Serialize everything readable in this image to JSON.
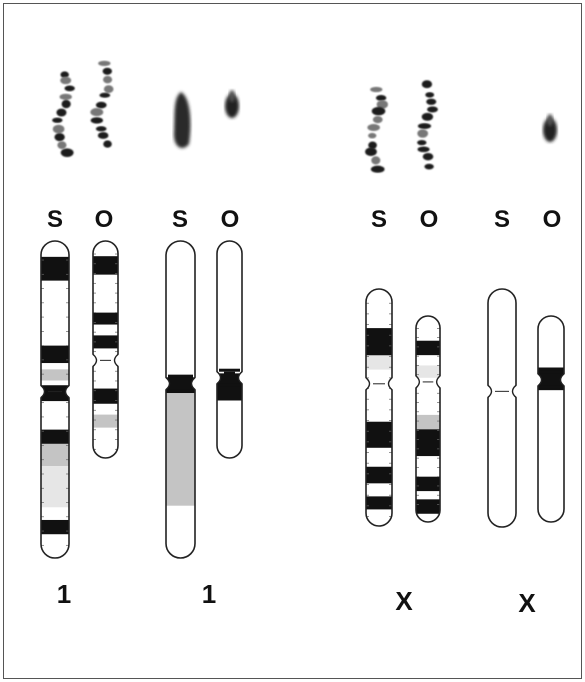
{
  "figure": {
    "column_labels": [
      "S",
      "O",
      "S",
      "O",
      "S",
      "O",
      "S",
      "O"
    ],
    "pair_labels": [
      "1",
      "1",
      "X",
      "X"
    ]
  },
  "colors": {
    "band_dark": "#111111",
    "band_grey": "#c4c4c4",
    "band_light": "#e6e6e6",
    "outline": "#222222",
    "chromosome_fill": "#ffffff"
  },
  "chromosomes": [
    {
      "pair": "1",
      "species": "S",
      "stain": "banded",
      "ticks": true,
      "centromere_dark": false,
      "bands": [
        [
          "d",
          5.0,
          12.5
        ],
        [
          "d",
          33.0,
          38.5
        ],
        [
          "g",
          40.5,
          44.0
        ],
        [
          "d",
          45.5,
          50.5
        ],
        [
          "d",
          59.5,
          64.0
        ],
        [
          "g",
          64.0,
          71.0
        ],
        [
          "l",
          71.0,
          84.0
        ],
        [
          "d",
          88.0,
          92.5
        ]
      ],
      "centromere": 0.475
    },
    {
      "pair": "1",
      "species": "O",
      "stain": "banded",
      "ticks": true,
      "centromere_dark": false,
      "bands": [
        [
          "d",
          7.0,
          15.5
        ],
        [
          "d",
          33.0,
          38.5
        ],
        [
          "d",
          43.5,
          49.5
        ],
        [
          "d",
          68.0,
          75.0
        ],
        [
          "g",
          80.0,
          86.0
        ]
      ],
      "centromere": 0.55
    },
    {
      "pair": "1",
      "species": "S",
      "stain": "C-band",
      "ticks": false,
      "centromere_dark": true,
      "bands": [
        [
          "d",
          43.0,
          48.0
        ],
        [
          "g",
          48.0,
          83.5
        ]
      ],
      "centromere": 0.45
    },
    {
      "pair": "1",
      "species": "O",
      "stain": "C-band",
      "ticks": false,
      "centromere_dark": true,
      "bands": [
        [
          "d",
          61.0,
          73.5
        ]
      ],
      "centromere": 0.63
    },
    {
      "pair": "X",
      "species": "S",
      "stain": "banded",
      "ticks": true,
      "centromere_dark": false,
      "bands": [
        [
          "d",
          16.5,
          28.0
        ],
        [
          "l",
          28.0,
          34.0
        ],
        [
          "d",
          56.0,
          67.0
        ],
        [
          "d",
          75.0,
          82.0
        ],
        [
          "d",
          87.5,
          93.0
        ]
      ],
      "centromere": 0.4
    },
    {
      "pair": "X",
      "species": "O",
      "stain": "banded",
      "ticks": true,
      "centromere_dark": false,
      "bands": [
        [
          "d",
          12.0,
          19.0
        ],
        [
          "l",
          24.0,
          30.0
        ],
        [
          "g",
          48.0,
          55.0
        ],
        [
          "d",
          55.0,
          68.0
        ],
        [
          "d",
          78.0,
          85.0
        ],
        [
          "d",
          89.0,
          96.0
        ]
      ],
      "centromere": 0.32
    },
    {
      "pair": "X",
      "species": "S",
      "stain": "C-band",
      "ticks": false,
      "centromere_dark": false,
      "bands": [],
      "centromere": 0.43
    },
    {
      "pair": "X",
      "species": "O",
      "stain": "C-band",
      "ticks": false,
      "centromere_dark": true,
      "bands": [
        [
          "d",
          25.0,
          36.0
        ]
      ],
      "centromere": 0.31
    }
  ],
  "micrographs": [
    {
      "name": "photo-1-S",
      "kind": "dotted"
    },
    {
      "name": "photo-1-O",
      "kind": "dotted"
    },
    {
      "name": "photo-1-S-cband",
      "kind": "smudge"
    },
    {
      "name": "photo-1-O-cband",
      "kind": "smudge-small"
    },
    {
      "name": "photo-X-S",
      "kind": "dotted"
    },
    {
      "name": "photo-X-O",
      "kind": "dotted"
    },
    {
      "name": "photo-X-O-cband",
      "kind": "smudge-small"
    }
  ]
}
